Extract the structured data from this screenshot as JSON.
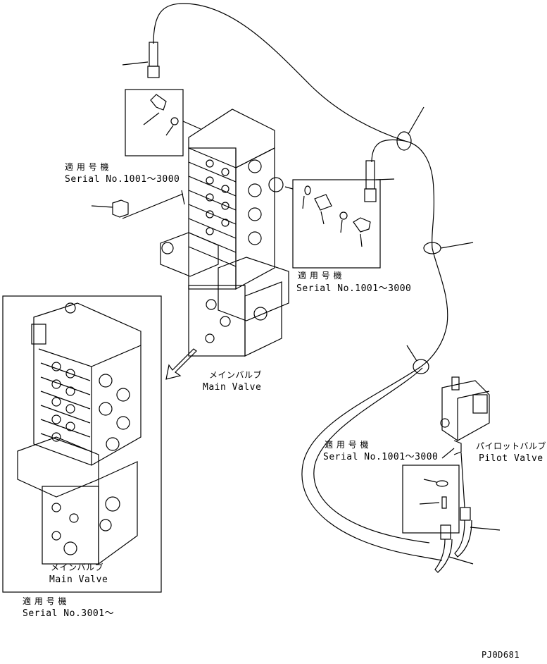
{
  "labels": {
    "applicable_jp": "適 用 号 機",
    "serial_1001_3000": "Serial No.1001～3000",
    "serial_3001": "Serial No.3001～",
    "main_valve_jp": "メインバルブ",
    "main_valve_en": "Main Valve",
    "pilot_valve_jp": "パイロットバルブ",
    "pilot_valve_en": "Pilot Valve",
    "drawing_code": "PJ0D681"
  },
  "colors": {
    "line": "#000000",
    "background": "#ffffff"
  }
}
